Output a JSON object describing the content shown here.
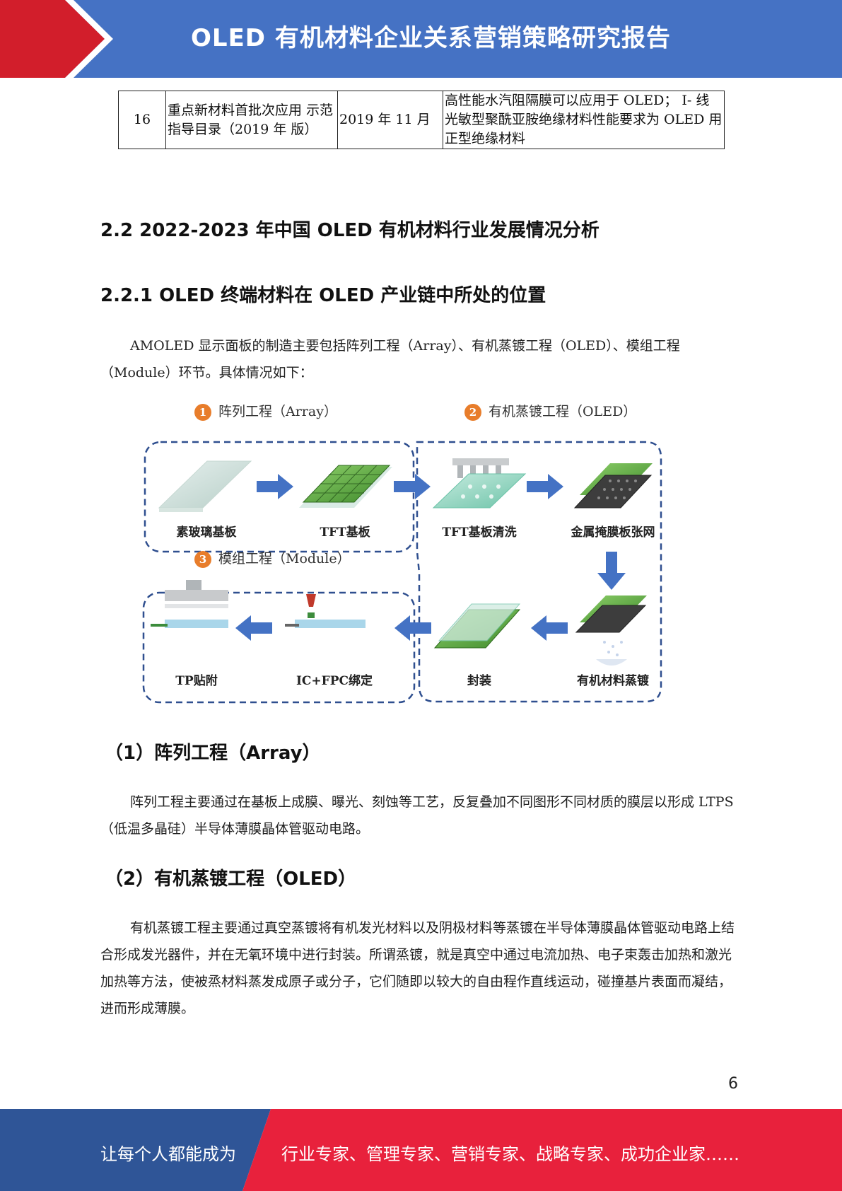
{
  "header": {
    "title": "OLED 有机材料企业关系营销策略研究报告"
  },
  "table": {
    "row": {
      "no": "16",
      "name": "重点新材料首批次应用 示范指导目录（2019 年 版）",
      "date": "2019 年 11 月",
      "content": "高性能水汽阻隔膜可以应用于 OLED； I- 线光敏型聚酰亚胺绝缘材料性能要求为 OLED 用正型绝缘材料"
    }
  },
  "section": {
    "h2": "2.2 2022-2023 年中国 OLED 有机材料行业发展情况分析",
    "h3": "2.2.1 OLED 终端材料在 OLED 产业链中所处的位置",
    "intro": "AMOLED 显示面板的制造主要包括阵列工程（Array）、有机蒸镀工程（OLED）、模组工程（Module）环节。具体情况如下："
  },
  "figure": {
    "stage1": {
      "num": "1",
      "title": "阵列工程（Array）"
    },
    "stage2": {
      "num": "2",
      "title": "有机蒸镀工程（OLED）"
    },
    "stage3": {
      "num": "3",
      "title": "模组工程（Module）"
    },
    "labels": {
      "glass": "素玻璃基板",
      "tft": "TFT基板",
      "clean": "TFT基板清洗",
      "mask": "金属掩膜板张网",
      "evap": "有机材料蒸镀",
      "encap": "封装",
      "bond": "IC+FPC绑定",
      "tp": "TP贴附"
    }
  },
  "sub1": {
    "heading": "（1）阵列工程（Array）",
    "text": "阵列工程主要通过在基板上成膜、曝光、刻蚀等工艺，反复叠加不同图形不同材质的膜层以形成 LTPS（低温多晶硅）半导体薄膜晶体管驱动电路。"
  },
  "sub2": {
    "heading": "（2）有机蒸镀工程（OLED）",
    "text": "有机蒸镀工程主要通过真空蒸镀将有机发光材料以及阴极材料等蒸镀在半导体薄膜晶体管驱动电路上结合形成发光器件，并在无氧环境中进行封装。所谓烝镀，就是真空中通过电流加热、电子束轰击加热和激光加热等方法，使被烝材料蒸发成原子或分子，它们随即以较大的自由程作直线运动，碰撞基片表面而凝结，进而形成薄膜。"
  },
  "page_number": "6",
  "footer": {
    "left": "让每个人都能成为",
    "right": "行业专家、管理专家、营销专家、战略专家、成功企业家……"
  },
  "colors": {
    "header_blue": "#4572c4",
    "accent_red": "#d21e2b",
    "footer_blue": "#2f5597",
    "footer_red": "#e8213c",
    "dash_blue": "#2f4f8f",
    "arrow_blue": "#4472c4",
    "badge_orange": "#e87d2b"
  }
}
